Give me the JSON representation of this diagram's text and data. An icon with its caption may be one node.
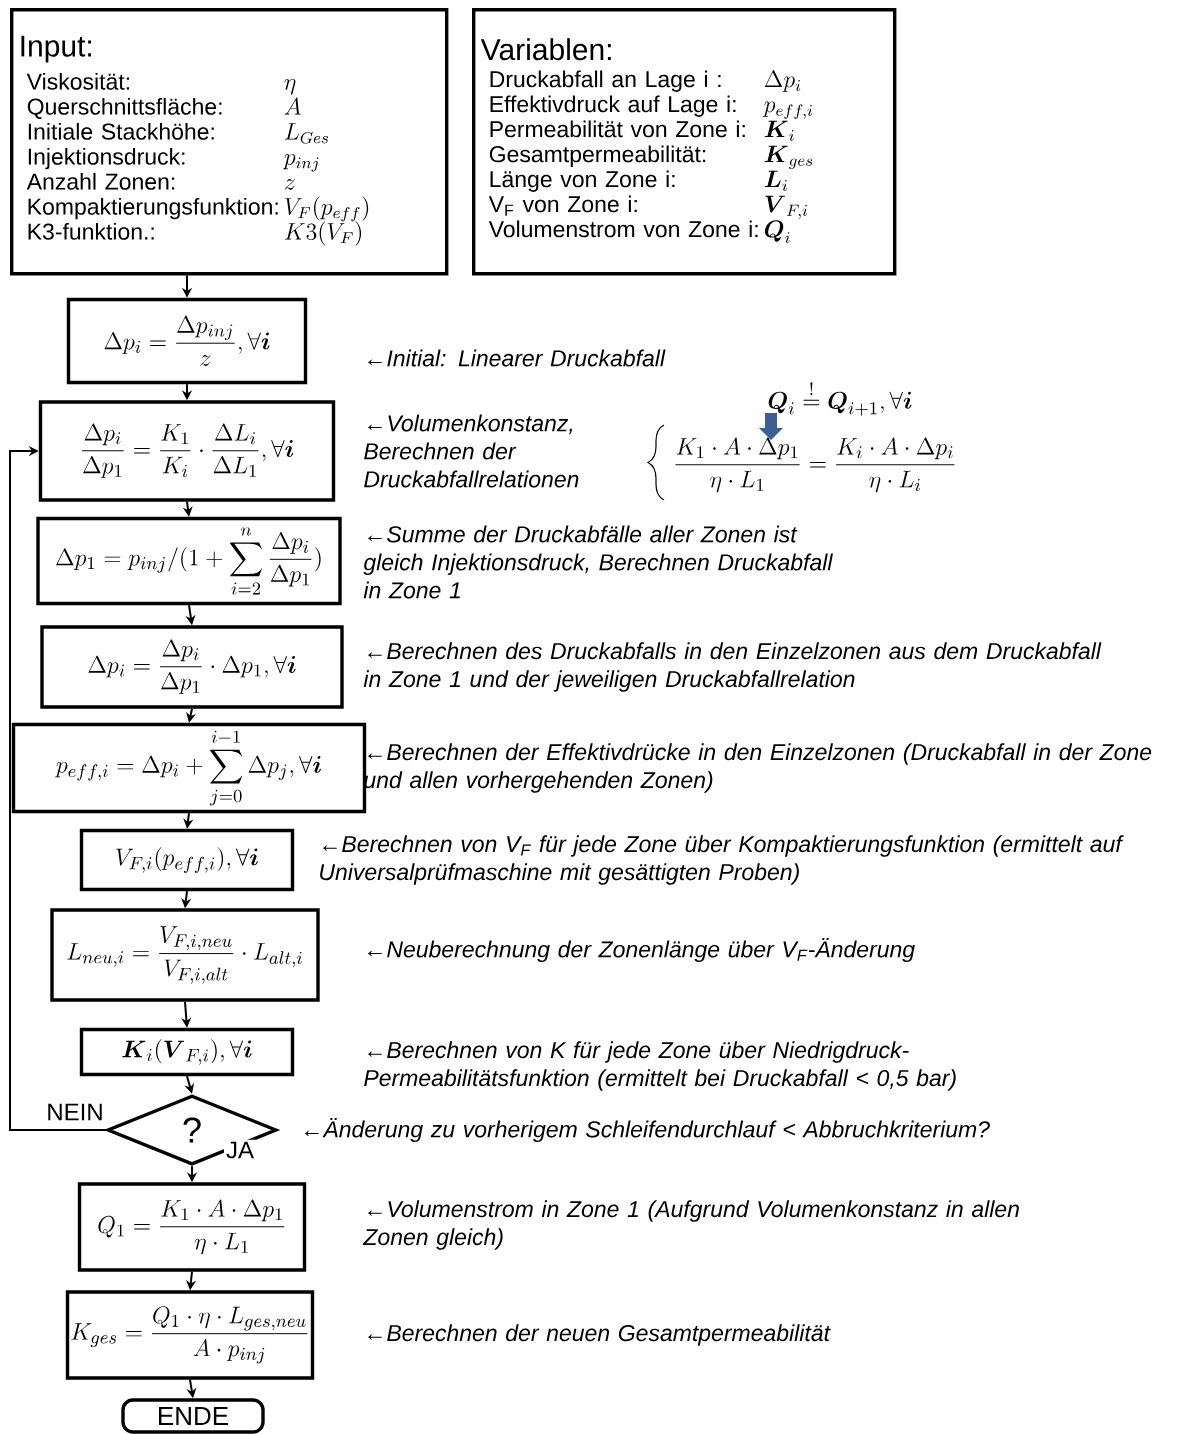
{
  "diagram": {
    "nodes": [
      {
        "text": [
          "Input:",
          "Viskosität:",
          "\\eta",
          "Querschnittsfläche:",
          "A",
          "Initiale Stackhöhe:",
          "L_{Ges}",
          "Injektionsdruck:",
          "p_{inj}",
          "Anzahl Zonen:",
          "z",
          "Kompaktierungsfunktion:",
          "V_F(p_{eff})",
          "K3-funktion.:",
          "K3(V_F)"
        ]
      },
      {
        "text": [
          "Variablen:",
          "Druckabfall an Lage i :",
          "\\Delta p_i",
          "Effektivdruck auf Lage i:",
          "p_{eff,i}",
          "Permeabilität von Zone i:",
          "\\boldsymbol{K}_i",
          "Gesamtpermeabilität:",
          "\\boldsymbol{K}_{ges}",
          "Länge von Zone i:",
          "\\boldsymbol{L}_i",
          "V$_{F}$ von Zone i:",
          "\\boldsymbol{V}_{F,i}",
          "Volumenstrom von Zone i:",
          "\\boldsymbol{Q}_i"
        ]
      },
      {
        "text": [
          "\\Delta p_i = \\frac{\\Delta p_{inj}}{z}, \\forall \\boldsymbol{i}"
        ],
        "beside": [
          "←Initial: Linearer Druckabfall"
        ]
      },
      {
        "text": [
          "\\frac{\\Delta p_i}{\\Delta p_1} = \\frac{K_1}{K_i} \\cdot \\frac{\\Delta L_i}{\\Delta L_1}, \\forall \\boldsymbol{i}"
        ],
        "beside": [
          "←Volumenkonstanz, Berechnen der Druckabfallrelationen"
        ]
      },
      {
        "text": [
          "\\Delta p_1 = p_{inj} / (1 + \\sum_{i=2}^{n} \\frac{\\Delta p_i}{\\Delta p_1})"
        ],
        "beside": [
          "←Summe der Druckabfälle aller Zonen ist gleich Injektionsdruck, Berechnen Druckabfall in Zone 1"
        ]
      },
      {
        "text": [
          "\\Delta p_i = \\frac{\\Delta p_i}{\\Delta p_1} \\cdot \\Delta p_1, \\forall \\boldsymbol{i}"
        ],
        "beside": [
          "←Berechnen des Druckabfalls in den Einzelzonen aus dem Druckabfall in Zone 1 und der jeweiligen Druckabfallrelation"
        ]
      },
      {
        "text": [
          "p_{eff,i} = \\Delta p_i + \\sum_{j=0}^{i-1} \\Delta p_j, \\forall \\boldsymbol{i}"
        ],
        "beside": [
          "←Berechnen der Effektivdrücke in den Einzelzonen (Druckabfall in der Zone und allen vorhergehenden Zonen)"
        ]
      },
      {
        "text": [
          "V_{F,i}(p_{eff,i}), \\forall \\boldsymbol{i}"
        ],
        "beside": [
          "←Berechnen von V$_{F}$ für jede Zone über Kompaktierungsfunktion (ermittelt auf Universalprüfmaschine mit gesättigten Proben)"
        ]
      },
      {
        "text": [
          "L_{neu,i} = \\frac{V_{F,i,neu}}{V_{F,i,alt}} \\cdot L_{alt,i}"
        ],
        "beside": [
          "←Neuberechnung der Zonenlänge über V$_{F}$-Änderung"
        ]
      },
      {
        "text": [
          "\\boldsymbol{K}_i(\\boldsymbol{V}_{F,i}), \\forall \\boldsymbol{i}"
        ],
        "beside": [
          "←Berechnen von K für jede Zone über Niedrigdruck-Permeabilitätsfunktion (ermittelt bei Druckabfall < 0,5 bar)"
        ]
      },
      {
        "text": [
          "?"
        ],
        "beside": [
          "←Änderung zu vorherigem Schleifendurchlauf < Abbruchkriterium?"
        ]
      },
      {
        "text": [
          "Q_1 = \\frac{K_1 \\cdot A \\cdot \\Delta p_1}{\\eta \\cdot L_1}"
        ],
        "beside": [
          "←Volumenstrom in Zone 1 (Aufgrund Volumenkonstanz in allen Zonen gleich)"
        ]
      },
      {
        "text": [
          "K_{ges} = \\frac{Q_1 \\cdot \\eta \\cdot L_{ges,neu}}{A \\cdot p_{inj}}"
        ],
        "beside": [
          "←Berechnen der neuen Gesamtpermeabilität"
        ]
      },
      {
        "text": [
          "ENDE"
        ]
      }
    ],
    "edges": [
      {
        "from": 0,
        "to": 2,
        "arrow": "to"
      },
      {
        "from": 2,
        "to": 3,
        "arrow": "to"
      },
      {
        "from": 3,
        "to": 4,
        "arrow": "to"
      },
      {
        "from": 4,
        "to": 5,
        "arrow": "to"
      },
      {
        "from": 5,
        "to": 6,
        "arrow": "to"
      },
      {
        "from": 6,
        "to": 7,
        "arrow": "to"
      },
      {
        "from": 7,
        "to": 8,
        "arrow": "to"
      },
      {
        "from": 8,
        "to": 9,
        "arrow": "to"
      },
      {
        "from": 9,
        "to": 10,
        "arrow": "to"
      },
      {
        "from": 10,
        "to": 3,
        "arrow": "to",
        "label": "NEIN"
      },
      {
        "from": 10,
        "to": 11,
        "arrow": "to",
        "label": "JA"
      },
      {
        "from": 11,
        "to": 12,
        "arrow": "to"
      },
      {
        "from": 12,
        "to": 13,
        "arrow": "to"
      }
    ],
    "labels": [
      "\\boldsymbol{Q}_i \\overset{!}{=} \\boldsymbol{Q}_{i+1}, \\forall \\boldsymbol{i}",
      "\\frac{K_1 \\cdot A \\cdot \\Delta p_1}{\\eta \\cdot L_1} = \\frac{K_i \\cdot A \\cdot \\Delta p_i}{\\eta \\cdot L_i}"
    ]
  }
}
